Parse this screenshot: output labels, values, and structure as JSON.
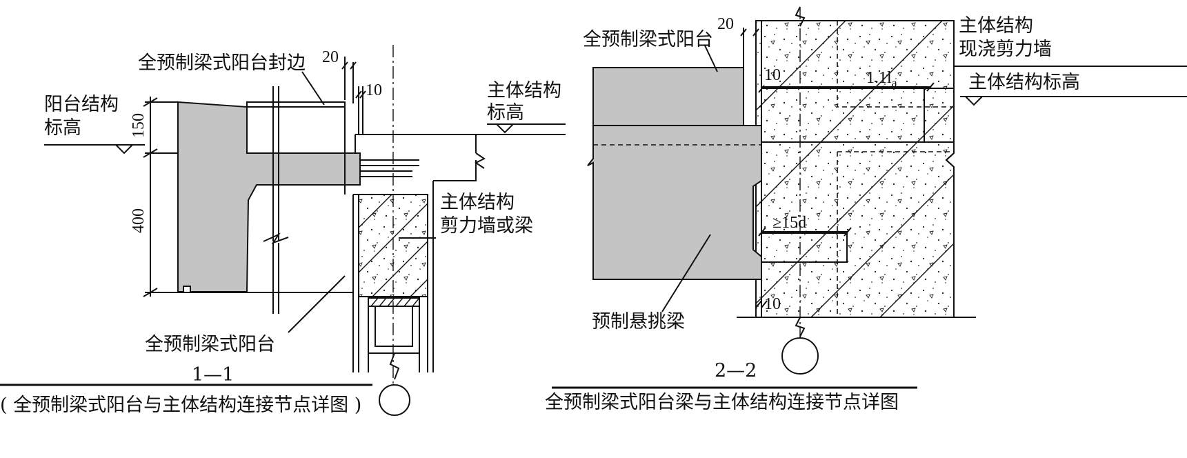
{
  "left_detail": {
    "label_edge": "全预制梁式阳台封边",
    "label_balcony_level_1": "阳台结构",
    "label_balcony_level_2": "标高",
    "label_main_level_1": "主体结构",
    "label_main_level_2": "标高",
    "label_wall_1": "主体结构",
    "label_wall_2": "剪力墙或梁",
    "label_balcony": "全预制梁式阳台",
    "dim_20": "20",
    "dim_10": "10",
    "dim_150": "150",
    "dim_400": "400",
    "section": "1—1",
    "caption": "( 全预制梁式阳台与主体结构连接节点详图 )"
  },
  "right_detail": {
    "label_balcony": "全预制梁式阳台",
    "label_wall_1": "主体结构",
    "label_wall_2": "现浇剪力墙",
    "label_main_level": "主体结构标高",
    "label_beam": "预制悬挑梁",
    "dim_20": "20",
    "dim_10_top": "10",
    "dim_10_bottom": "10",
    "dim_anchor": "1.1l",
    "dim_anchor_sub": "a",
    "dim_embed": "≥15d",
    "section": "2—2",
    "caption": "全预制梁式阳台梁与主体结构连接节点详图"
  },
  "colors": {
    "precast_fill": "#c4c4c4",
    "line": "#111111"
  }
}
